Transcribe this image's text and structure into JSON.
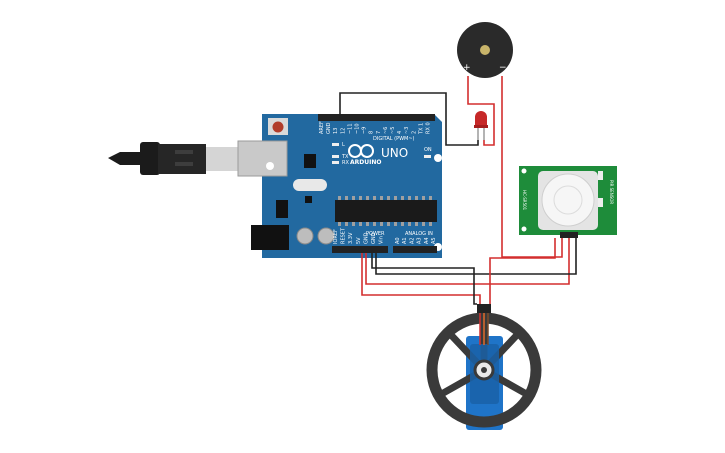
{
  "arduino": {
    "brand": "ARDUINO",
    "model": "UNO",
    "header_digital_label": "DIGITAL (PWM~)",
    "header_analog_label": "ANALOG IN",
    "header_power_label": "POWER",
    "digital_pins": [
      "AREF",
      "GND",
      "13",
      "12",
      "~11",
      "~10",
      "~9",
      "8",
      "7",
      "~6",
      "~5",
      "4",
      "~3",
      "2",
      "TX 1",
      "RX 0"
    ],
    "power_pins": [
      "IOREF",
      "RESET",
      "3.3V",
      "5V",
      "GND",
      "GND",
      "Vin"
    ],
    "analog_pins": [
      "A0",
      "A1",
      "A2",
      "A3",
      "A4",
      "A5"
    ],
    "led_labels": [
      "L",
      "TX",
      "RX"
    ],
    "on_label": "ON",
    "colors": {
      "board": "#2269a0",
      "header": "#222222",
      "reset": "#b13c2a"
    }
  },
  "buzzer": {
    "plus_label": "+",
    "minus_label": "−",
    "colors": {
      "body": "#2a2a2a",
      "center": "#c8b46a"
    }
  },
  "led": {
    "color": "#c62828"
  },
  "pir_sensor": {
    "side_label_left": "HC-SR501",
    "side_label_right": "PIR SENSOR",
    "colors": {
      "board": "#1e8c3a",
      "dome": "#eeeeee"
    }
  },
  "servo": {
    "colors": {
      "body": "#1f74c8",
      "wheel": "#3a3a3a"
    }
  },
  "wires": {
    "colors": {
      "black": "#222222",
      "red": "#d32f2f"
    }
  }
}
